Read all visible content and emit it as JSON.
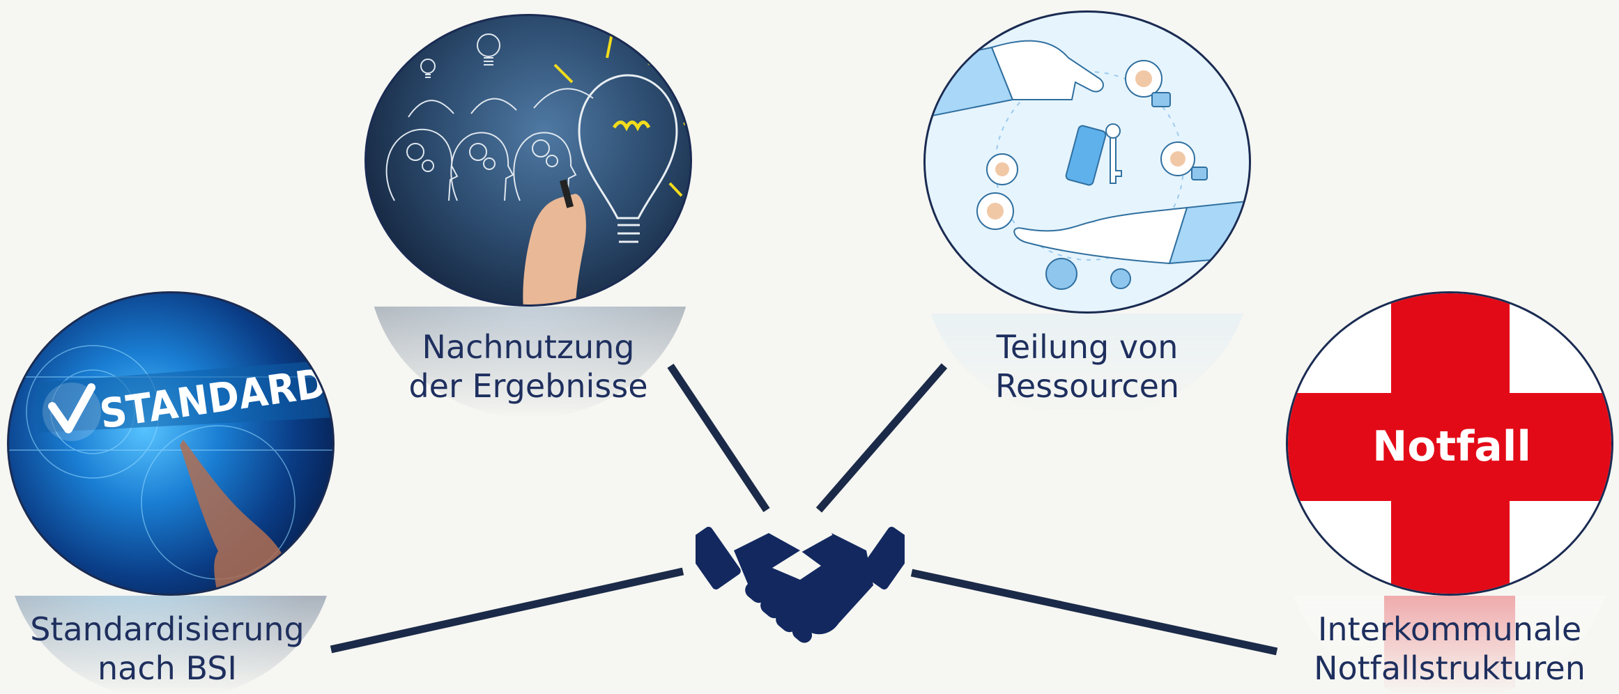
{
  "nodes": [
    {
      "id": "ergebnisse",
      "line1": "Nachnutzung",
      "line2": "der Ergebnisse",
      "icon": "idea-lightbulb-icon"
    },
    {
      "id": "ressourcen",
      "line1": "Teilung von",
      "line2": "Ressourcen",
      "icon": "key-handover-icon"
    },
    {
      "id": "standards",
      "line1": "Standardisierung",
      "line2": "nach BSI",
      "icon": "standards-checkmark-icon",
      "badge_text": "STANDARDS"
    },
    {
      "id": "notfall",
      "line1": "Interkommunale",
      "line2": "Notfallstrukturen",
      "icon": "red-cross-icon",
      "badge_text": "Notfall"
    }
  ],
  "center": {
    "icon": "handshake-icon"
  },
  "colors": {
    "line": "#1b2a48",
    "label": "#1e2f5e",
    "navy": "#12285f",
    "red": "#e30a17",
    "background": "#f6f6f2"
  }
}
